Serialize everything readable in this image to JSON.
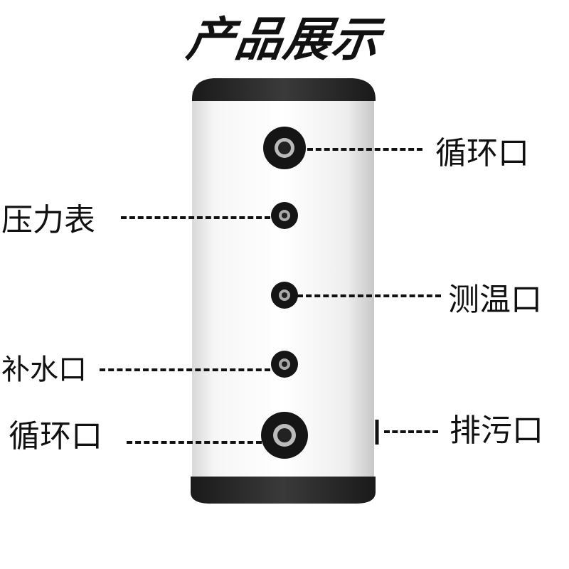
{
  "title": "产品展示",
  "labels": {
    "circulation_top": "循环口",
    "pressure_gauge": "压力表",
    "temperature_port": "测温口",
    "refill_port": "补水口",
    "circulation_bottom": "循环口",
    "drain_port": "排污口"
  },
  "colors": {
    "tank_body": "#f4f4f4",
    "cap": "#2a2a2a",
    "text": "#111111"
  }
}
